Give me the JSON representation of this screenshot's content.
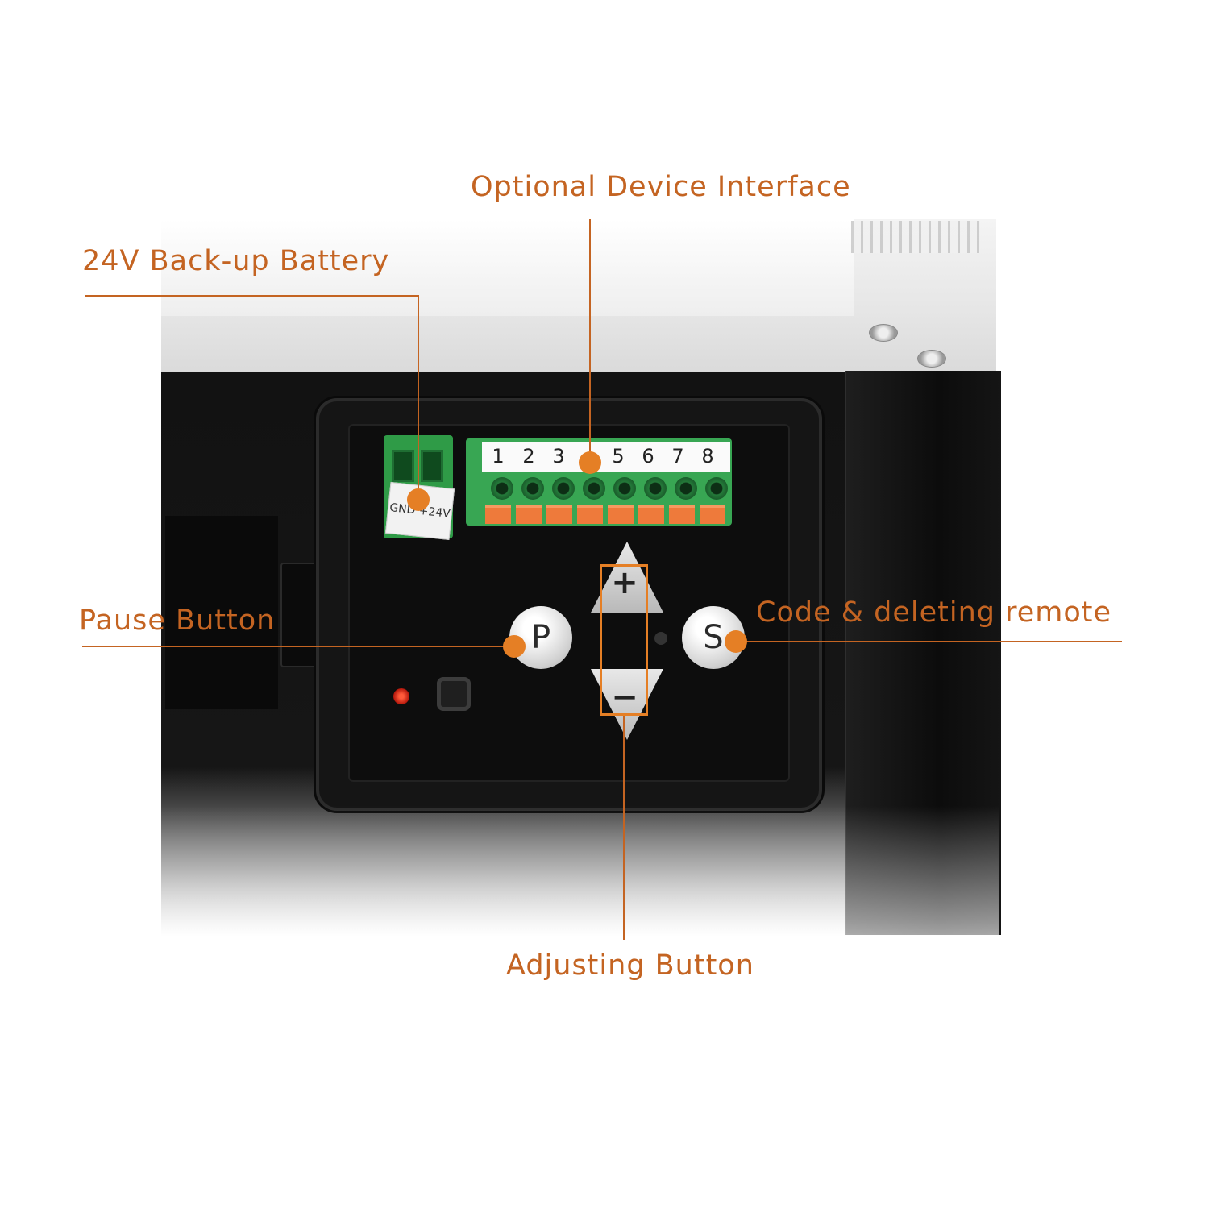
{
  "annotations": {
    "optional_device_interface": "Optional Device Interface",
    "backup_battery": "24V Back-up Battery",
    "pause_button": "Pause Button",
    "code_deleting_remote": "Code & deleting remote",
    "adjusting_button": "Adjusting Button"
  },
  "device": {
    "battery_terminal_label": "GND +24V",
    "terminal_numbers": [
      "1",
      "2",
      "3",
      "",
      "5",
      "6",
      "7",
      "8"
    ],
    "pause_key": "P",
    "set_key": "S",
    "plus_key": "+",
    "minus_key": "−"
  },
  "colors": {
    "annotation": "#c46422",
    "marker": "#e57f25",
    "terminal_green": "#38a653",
    "terminal_tab": "#ee7a3b"
  },
  "icons": {
    "up": "triangle-up",
    "down": "triangle-down"
  }
}
